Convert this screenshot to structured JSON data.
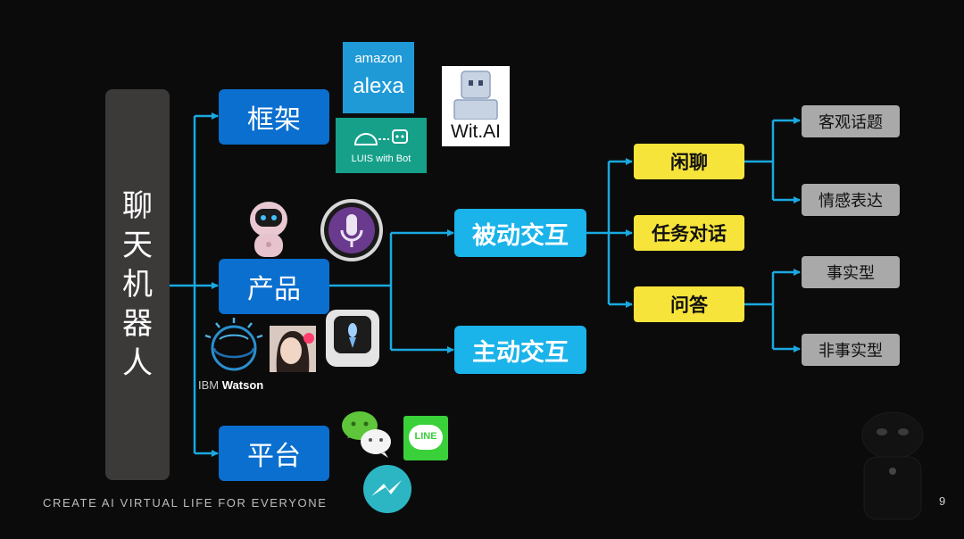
{
  "root": {
    "label_chars": [
      "聊",
      "天",
      "机",
      "器",
      "人"
    ]
  },
  "categories": {
    "framework": "框架",
    "product": "产品",
    "platform": "平台"
  },
  "interaction": {
    "passive": "被动交互",
    "active": "主动交互"
  },
  "modes": {
    "chitchat": "闲聊",
    "task": "任务对话",
    "qa": "问答"
  },
  "leaves": {
    "objective": "客观话题",
    "emotion": "情感表达",
    "factual": "事实型",
    "nonfactual": "非事实型"
  },
  "logos": {
    "amazon": "amazon",
    "alexa": "alexa",
    "luis": "LUIS with Bot",
    "wit": "Wit.AI",
    "ibm_watson_ibm": "IBM",
    "ibm_watson_name": "Watson",
    "line": "LINE"
  },
  "footer": {
    "tagline": "CREATE AI VIRTUAL LIFE FOR EVERYONE",
    "page_number": "9"
  },
  "colors": {
    "background": "#0b0b0b",
    "connector": "#1aa9e0",
    "framework_box": "#0a6fcf",
    "interaction_box": "#1ab3ea",
    "mode_box": "#f7e43a",
    "leaf_box": "#a9a9a9",
    "root_box": "#3c3939"
  }
}
